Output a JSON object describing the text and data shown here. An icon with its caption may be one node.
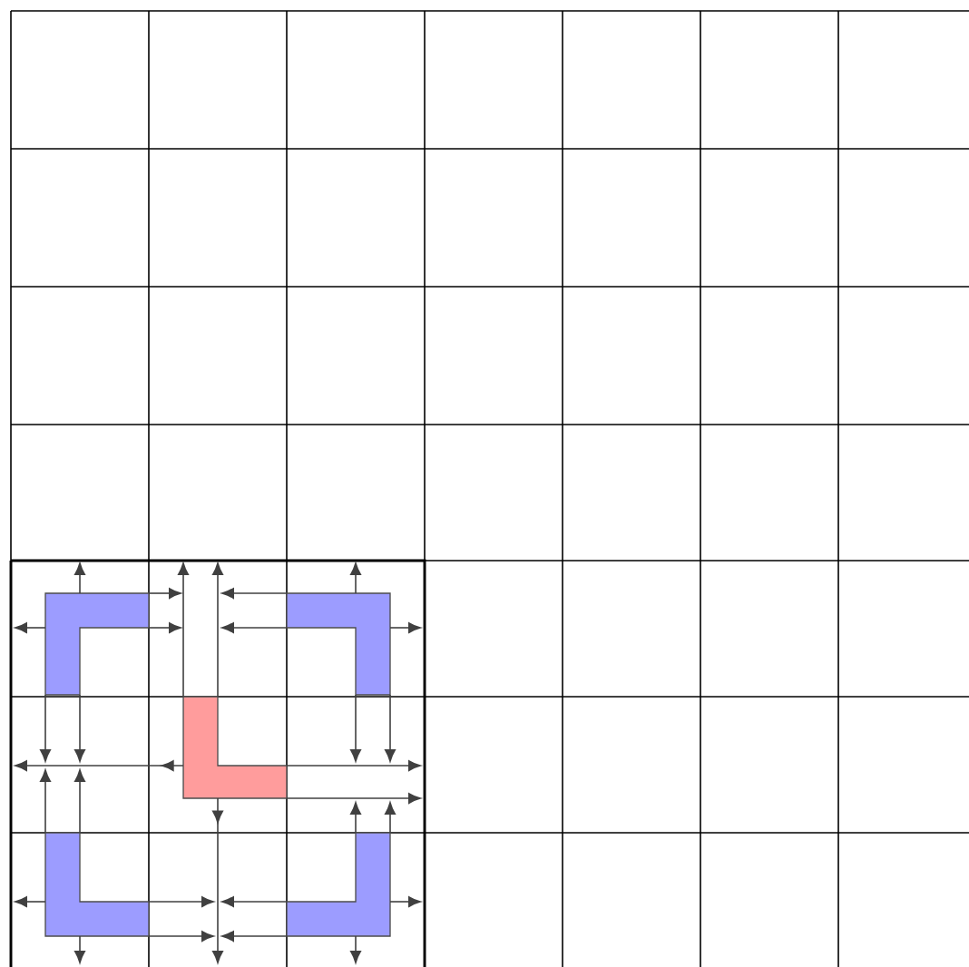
{
  "diagram": {
    "nodes": [
      {
        "text": [],
        "shape": "box"
      },
      {
        "text": [],
        "shape": "box"
      },
      {
        "text": [],
        "shape": "box"
      },
      {
        "text": [],
        "shape": "box"
      },
      {
        "text": [],
        "shape": "box"
      }
    ],
    "edges": [
      {
        "from": 0,
        "to": null,
        "arrow": "to"
      },
      {
        "from": 0,
        "to": null,
        "arrow": "to"
      },
      {
        "from": 0,
        "to": null,
        "arrow": "to"
      },
      {
        "from": 0,
        "to": null,
        "arrow": "to"
      },
      {
        "from": 0,
        "to": null,
        "arrow": "to"
      },
      {
        "from": 0,
        "to": null,
        "arrow": "to"
      },
      {
        "from": 1,
        "to": null,
        "arrow": "to"
      },
      {
        "from": 1,
        "to": null,
        "arrow": "to"
      },
      {
        "from": 1,
        "to": null,
        "arrow": "to"
      },
      {
        "from": 1,
        "to": null,
        "arrow": "to"
      },
      {
        "from": 1,
        "to": null,
        "arrow": "to"
      },
      {
        "from": 1,
        "to": null,
        "arrow": "to"
      },
      {
        "from": 2,
        "to": null,
        "arrow": "to"
      },
      {
        "from": 2,
        "to": null,
        "arrow": "to"
      },
      {
        "from": 2,
        "to": null,
        "arrow": "to"
      },
      {
        "from": 2,
        "to": null,
        "arrow": "to"
      },
      {
        "from": 2,
        "to": null,
        "arrow": "to"
      },
      {
        "from": 2,
        "to": null,
        "arrow": "to"
      },
      {
        "from": 3,
        "to": null,
        "arrow": "to"
      },
      {
        "from": 3,
        "to": null,
        "arrow": "to"
      },
      {
        "from": 3,
        "to": null,
        "arrow": "to"
      },
      {
        "from": 3,
        "to": null,
        "arrow": "to"
      },
      {
        "from": 3,
        "to": null,
        "arrow": "to"
      },
      {
        "from": 3,
        "to": null,
        "arrow": "to"
      },
      {
        "from": 4,
        "to": null,
        "arrow": "to"
      },
      {
        "from": 4,
        "to": null,
        "arrow": "to"
      },
      {
        "from": 4,
        "to": null,
        "arrow": "to"
      },
      {
        "from": 4,
        "to": null,
        "arrow": "to"
      },
      {
        "from": 4,
        "to": null,
        "arrow": "to"
      },
      {
        "from": 4,
        "to": null,
        "arrow": "to"
      }
    ]
  }
}
